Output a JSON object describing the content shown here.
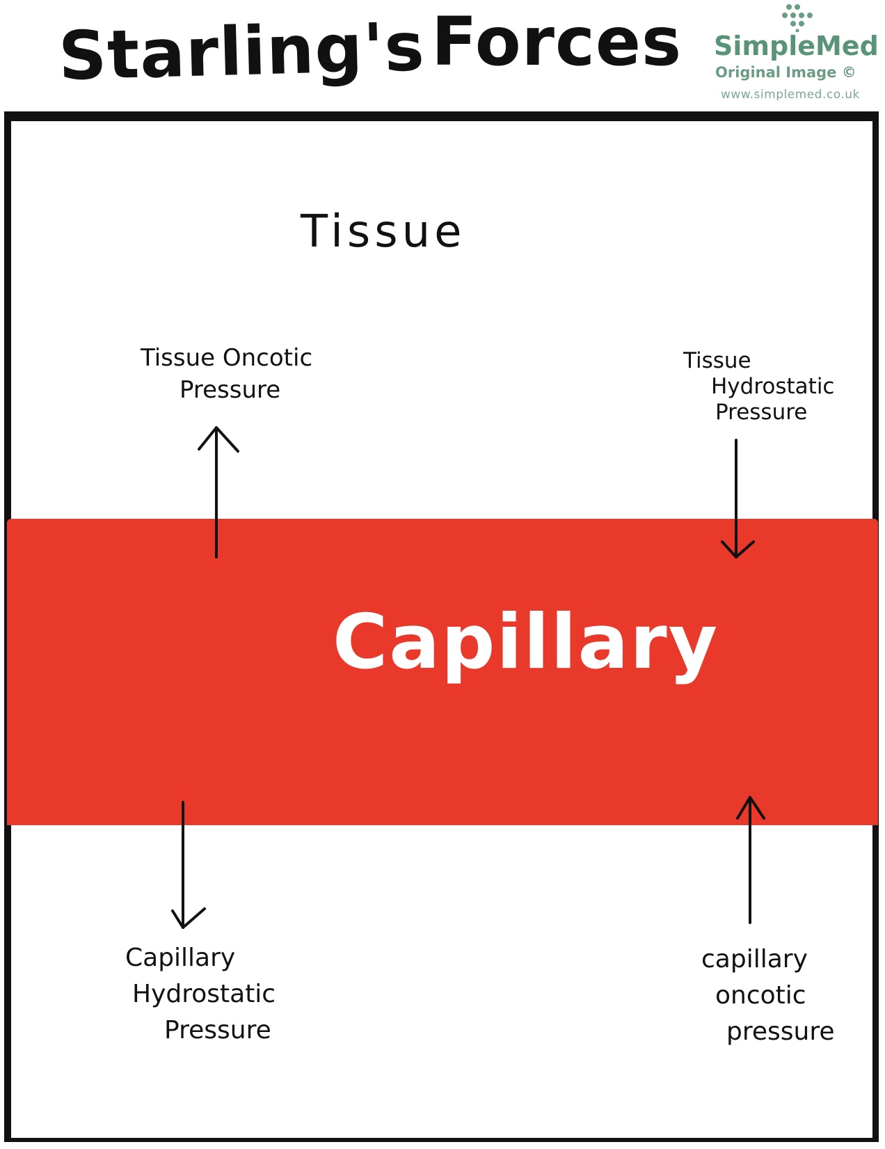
{
  "title": {
    "word1": "Starling's",
    "word2": "Forces"
  },
  "logo": {
    "name": "SimpleMed",
    "subtitle": "Original Image ©",
    "url": "www.simplemed.co.uk",
    "icon": "molecule-dots-icon",
    "color": "#5a9478"
  },
  "regions": {
    "tissue": "Tissue",
    "capillary": "Capillary",
    "capillary_color": "#e8392b"
  },
  "forces": {
    "tissue_oncotic": {
      "lines": [
        "Tissue Oncotic",
        "Pressure"
      ],
      "direction": "up"
    },
    "tissue_hydrostatic": {
      "lines": [
        "Tissue",
        "Hydrostatic",
        "Pressure"
      ],
      "direction": "down"
    },
    "capillary_hydrostatic": {
      "lines": [
        "Capillary",
        "Hydrostatic",
        "Pressure"
      ],
      "direction": "down"
    },
    "capillary_oncotic": {
      "lines": [
        "capillary",
        "oncotic",
        "pressure"
      ],
      "direction": "up"
    }
  }
}
